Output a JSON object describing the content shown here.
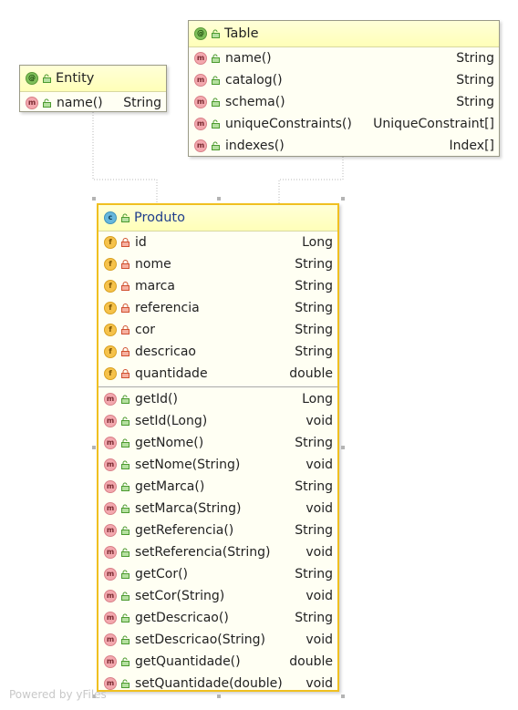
{
  "entity": {
    "stereotype_icon": "@",
    "title": "Entity",
    "members": [
      {
        "kind": "m",
        "name": "name()",
        "type": "String"
      }
    ]
  },
  "table": {
    "stereotype_icon": "@",
    "title": "Table",
    "members": [
      {
        "kind": "m",
        "name": "name()",
        "type": "String"
      },
      {
        "kind": "m",
        "name": "catalog()",
        "type": "String"
      },
      {
        "kind": "m",
        "name": "schema()",
        "type": "String"
      },
      {
        "kind": "m",
        "name": "uniqueConstraints()",
        "type": "UniqueConstraint[]"
      },
      {
        "kind": "m",
        "name": "indexes()",
        "type": "Index[]"
      }
    ]
  },
  "produto": {
    "stereotype_icon": "c",
    "title": "Produto",
    "fields": [
      {
        "kind": "f",
        "name": "id",
        "type": "Long"
      },
      {
        "kind": "f",
        "name": "nome",
        "type": "String"
      },
      {
        "kind": "f",
        "name": "marca",
        "type": "String"
      },
      {
        "kind": "f",
        "name": "referencia",
        "type": "String"
      },
      {
        "kind": "f",
        "name": "cor",
        "type": "String"
      },
      {
        "kind": "f",
        "name": "descricao",
        "type": "String"
      },
      {
        "kind": "f",
        "name": "quantidade",
        "type": "double"
      }
    ],
    "methods": [
      {
        "kind": "m",
        "name": "getId()",
        "type": "Long"
      },
      {
        "kind": "m",
        "name": "setId(Long)",
        "type": "void"
      },
      {
        "kind": "m",
        "name": "getNome()",
        "type": "String"
      },
      {
        "kind": "m",
        "name": "setNome(String)",
        "type": "void"
      },
      {
        "kind": "m",
        "name": "getMarca()",
        "type": "String"
      },
      {
        "kind": "m",
        "name": "setMarca(String)",
        "type": "void"
      },
      {
        "kind": "m",
        "name": "getReferencia()",
        "type": "String"
      },
      {
        "kind": "m",
        "name": "setReferencia(String)",
        "type": "void"
      },
      {
        "kind": "m",
        "name": "getCor()",
        "type": "String"
      },
      {
        "kind": "m",
        "name": "setCor(String)",
        "type": "void"
      },
      {
        "kind": "m",
        "name": "getDescricao()",
        "type": "String"
      },
      {
        "kind": "m",
        "name": "setDescricao(String)",
        "type": "void"
      },
      {
        "kind": "m",
        "name": "getQuantidade()",
        "type": "double"
      },
      {
        "kind": "m",
        "name": "setQuantidade(double)",
        "type": "void"
      }
    ]
  },
  "watermark": "Powered by yFiles"
}
